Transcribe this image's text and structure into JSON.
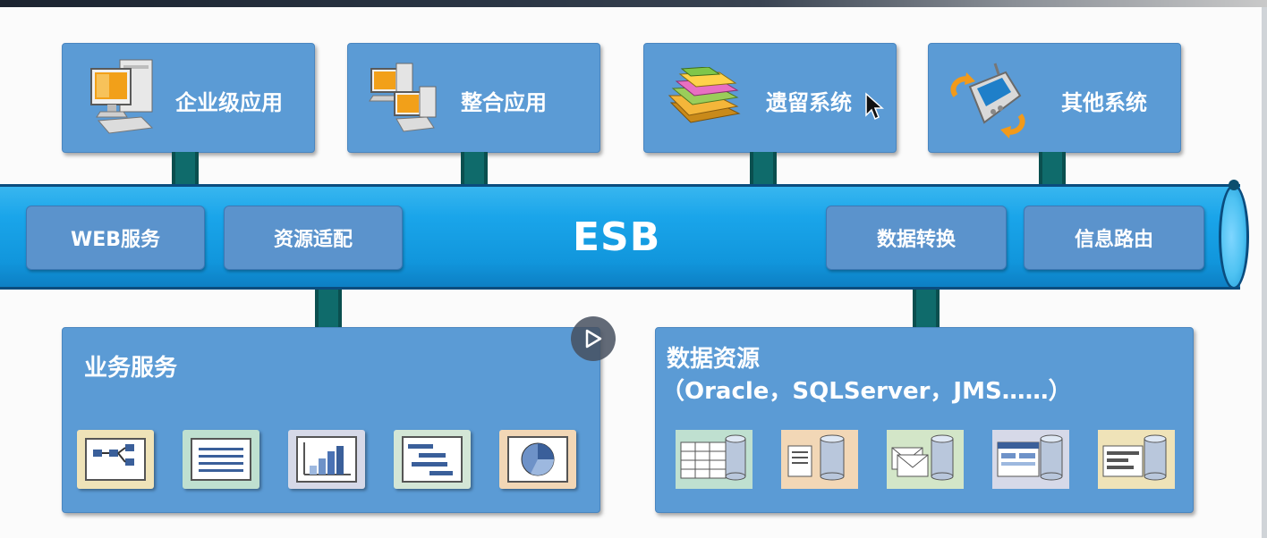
{
  "top_systems": [
    {
      "label": "企业级应用",
      "icon": "desktop-computer-icon"
    },
    {
      "label": "整合应用",
      "icon": "networked-computers-icon"
    },
    {
      "label": "遗留系统",
      "icon": "stacked-folders-icon"
    },
    {
      "label": "其他系统",
      "icon": "handheld-device-icon"
    }
  ],
  "bus": {
    "name": "ESB",
    "left_services": [
      "WEB服务",
      "资源适配"
    ],
    "right_services": [
      "数据转换",
      "信息路由"
    ]
  },
  "business": {
    "title": "业务服务",
    "tiles": [
      "flowchart-icon",
      "document-list-icon",
      "bar-chart-icon",
      "gantt-chart-icon",
      "pie-chart-icon"
    ]
  },
  "data_resources": {
    "title": "数据资源",
    "subtitle": "（Oracle，SQLServer，JMS……）",
    "tiles": [
      "table-database-icon",
      "document-database-icon",
      "mail-database-icon",
      "window-database-icon",
      "form-database-icon"
    ]
  },
  "colors": {
    "box": "#5b9bd5",
    "pipe": "#1aa5ea",
    "connector": "#0f6b6b"
  }
}
